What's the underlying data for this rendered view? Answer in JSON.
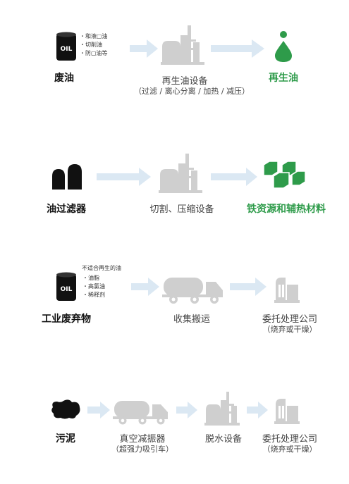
{
  "rows": [
    {
      "source_label": "废油",
      "source_icon": "oil-barrel-icon",
      "notes": [
        "・和液▢油",
        "・切削油",
        "・防▢油等"
      ],
      "process_label": "再生油设备",
      "process_sub": "（过滤 / 离心分离 / 加热 / 减压）",
      "output_label": "再生油"
    },
    {
      "source_label": "油过滤器",
      "source_icon": "oil-filter-icon",
      "process_label": "切割、压缩设备",
      "output_label": "铁资源和辅热材料"
    },
    {
      "source_label": "工业废弃物",
      "source_icon": "oil-barrel-icon",
      "notes_title": "不适合再生的油",
      "notes": [
        "・油脂",
        "・高氯油",
        "・稀释剂"
      ],
      "process_label": "收集搬运",
      "output_label": "委托处理公司",
      "output_sub": "（烧弃或干燥）"
    },
    {
      "source_label": "污泥",
      "source_icon": "sludge-icon",
      "process_label": "真空减振器",
      "process_sub": "（超强力吸引车）",
      "process2_label": "脱水设备",
      "output_label": "委托处理公司",
      "output_sub": "（烧弃或干燥）"
    }
  ],
  "barrel_text": "OIL",
  "colors": {
    "green": "#2e9b4a",
    "gray_icon": "#cfcfcf",
    "arrow": "#dbe8f3"
  }
}
